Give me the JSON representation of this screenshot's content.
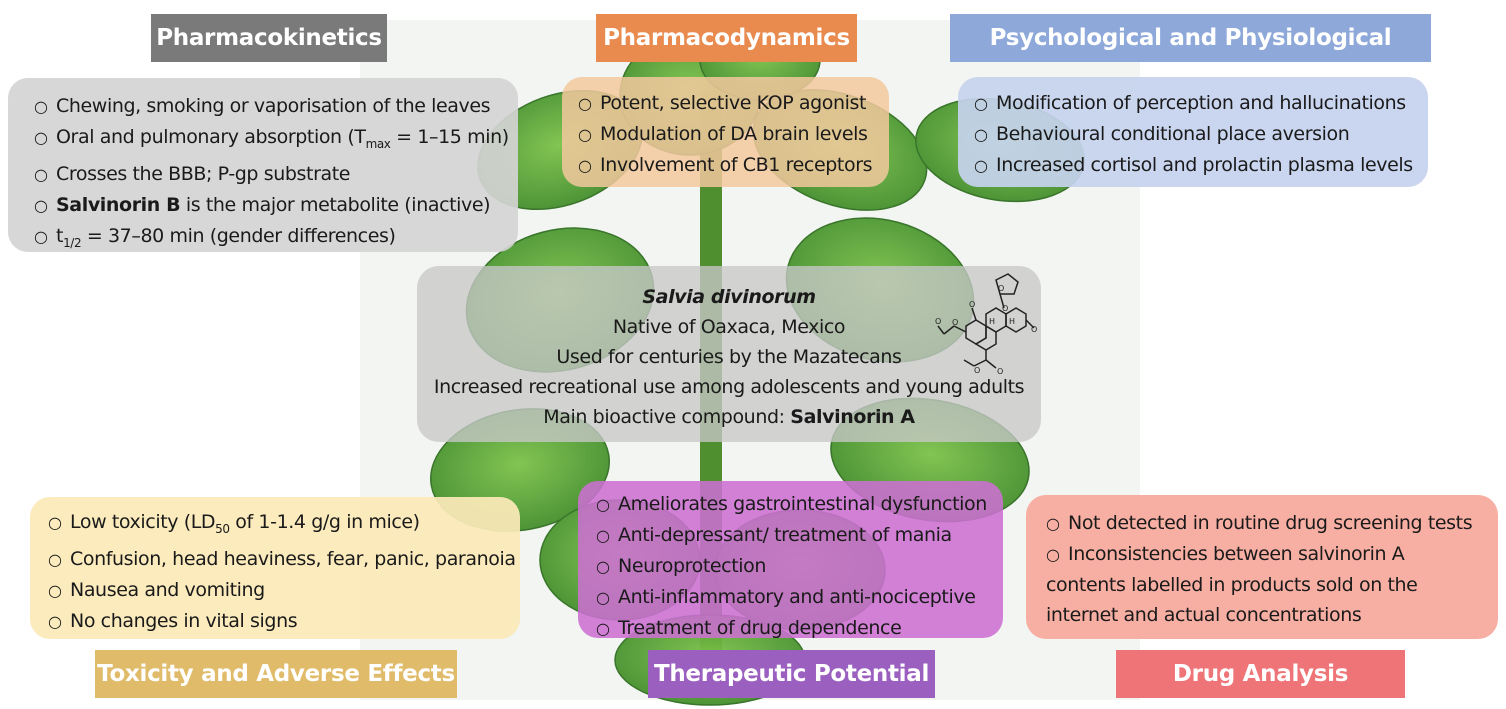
{
  "colors": {
    "pk_header": "#7a7a7a",
    "pk_box": "#d4d4d4",
    "pd_header": "#e98a4f",
    "pd_box": "#f2c89d",
    "psy_header": "#8ea8da",
    "psy_box": "#c5d3ee",
    "tox_header": "#e0bb6a",
    "tox_box": "#fbe9b8",
    "ther_header": "#9b5fbf",
    "ther_box": "#cc6fd2",
    "drug_header": "#ee7477",
    "drug_box": "#f8ab9e"
  },
  "pharmacokinetics": {
    "title": "Pharmacokinetics",
    "items": [
      {
        "pre": "Chewing, smoking or vaporisation of the leaves"
      },
      {
        "pre": "Oral and pulmonary absorption (T",
        "sub": "max",
        "post": " = 1–15 min)"
      },
      {
        "pre": "Crosses the BBB; P-gp substrate"
      },
      {
        "bold": "Salvinorin B",
        "post": " is the major metabolite (inactive)"
      },
      {
        "pre": "t",
        "sub": "1/2",
        "post": " = 37–80 min (gender differences)"
      }
    ]
  },
  "pharmacodynamics": {
    "title": "Pharmacodynamics",
    "items": [
      {
        "pre": "Potent, selective KOP agonist"
      },
      {
        "pre": "Modulation of DA brain levels"
      },
      {
        "pre": "Involvement of CB1 receptors"
      }
    ]
  },
  "psychological": {
    "title": "Psychological and Physiological Effects",
    "items": [
      {
        "pre": "Modification of perception and hallucinations"
      },
      {
        "pre": "Behavioural conditional place aversion"
      },
      {
        "pre": "Increased cortisol and prolactin plasma levels"
      }
    ]
  },
  "center": {
    "title": "Salvia divinorum",
    "line1": "Native of Oaxaca, Mexico",
    "line2": "Used for centuries by the Mazatecans",
    "line3": "Increased recreational use among adolescents and young adults",
    "line4_pre": "Main bioactive compound: ",
    "line4_bold": "Salvinorin A"
  },
  "toxicity": {
    "title": "Toxicity and Adverse Effects",
    "items": [
      {
        "pre": "Low toxicity (LD",
        "sub": "50",
        "post": " of 1-1.4 g/g in mice)"
      },
      {
        "pre": "Confusion, head heaviness, fear, panic, paranoia"
      },
      {
        "pre": "Nausea and vomiting"
      },
      {
        "pre": "No changes in vital signs"
      }
    ]
  },
  "therapeutic": {
    "title": "Therapeutic Potential",
    "items": [
      {
        "pre": "Ameliorates gastrointestinal dysfunction"
      },
      {
        "pre": "Anti-depressant/ treatment of mania"
      },
      {
        "pre": "Neuroprotection"
      },
      {
        "pre": "Anti-inflammatory and anti-nociceptive"
      },
      {
        "pre": "Treatment of drug dependence"
      }
    ]
  },
  "drug_analysis": {
    "title": "Drug Analysis",
    "items": [
      {
        "pre": "Not detected in routine drug screening tests"
      },
      {
        "pre": "Inconsistencies between salvinorin A"
      }
    ],
    "cont1": "contents labelled in products sold on the",
    "cont2": "internet and actual concentrations"
  },
  "bullet": "○"
}
